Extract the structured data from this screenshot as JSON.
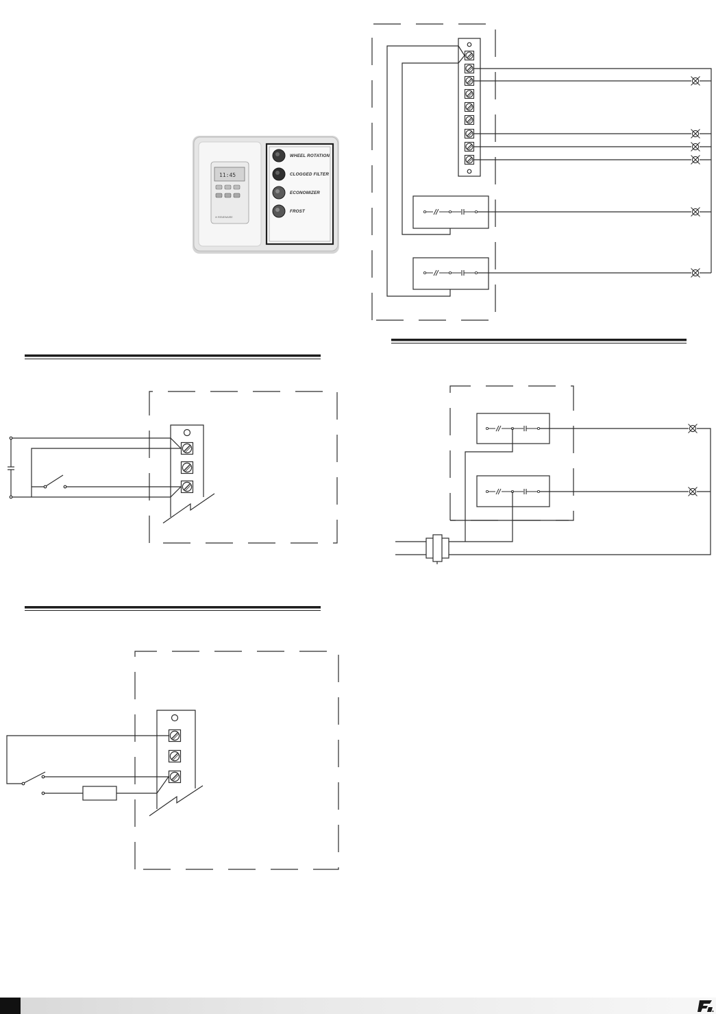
{
  "panel_photo": {
    "labels": [
      "WHEEL ROTATION",
      "CLOGGED FILTER",
      "ECONOMIZER",
      "FROST"
    ],
    "lcd_reading": "11:45",
    "brand": "✉ RENEWAIRE"
  },
  "colors": {
    "ink": "#2b2b2b",
    "rule": "#1e1e1e",
    "footer_block": "#111111",
    "panel_bezel": "#dedede",
    "panel_face": "#f4f4f4"
  },
  "icons": [
    "terminal-screw-icon",
    "indicator-lamp-icon",
    "relay-contact-icon",
    "company-logo-icon"
  ]
}
